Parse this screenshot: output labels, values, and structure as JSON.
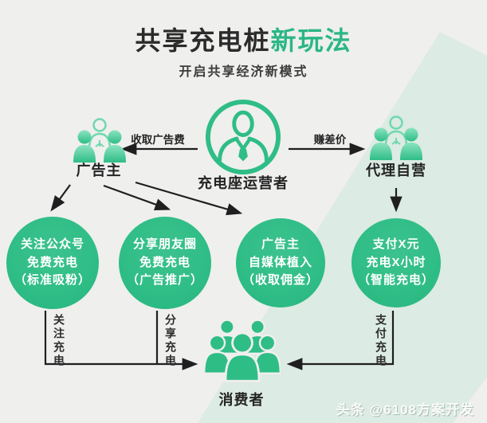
{
  "title": {
    "black": "共享充电桩",
    "green": "新玩法"
  },
  "subtitle": "开启共享经济新模式",
  "colors": {
    "primary_green": "#2fbd86",
    "light_green": "#8ce3c0",
    "title_green": "#2bb785",
    "band_green": "#dcebe3",
    "background": "#efefee",
    "text_dark": "#2b2b2b",
    "arrow": "#1f1f1f",
    "bubble_text": "#ffffff"
  },
  "center_node": {
    "label": "充电座运营者",
    "icon": "operator-person-icon"
  },
  "left_branch": {
    "arrow_label": "收取广告费",
    "node_label": "广告主",
    "icon": "advertiser-group-icon"
  },
  "right_branch": {
    "arrow_label": "赚差价",
    "node_label": "代理自营",
    "icon": "agent-group-icon"
  },
  "circles": [
    {
      "lines": [
        "关注公众号",
        "免费充电",
        "（标准吸粉）"
      ]
    },
    {
      "lines": [
        "分享朋友圈",
        "免费充电",
        "（广告推广）"
      ]
    },
    {
      "lines": [
        "广告主",
        "自媒体植入",
        "（收取佣金）"
      ]
    },
    {
      "lines": [
        "支付X元",
        "充电X小时",
        "（智能充电）"
      ]
    }
  ],
  "flow_labels": [
    {
      "text": "关注充电"
    },
    {
      "text": "分享充电"
    },
    {
      "text": "支付充电"
    }
  ],
  "consumer_node": {
    "label": "消费者",
    "icon": "consumer-group-icon"
  },
  "watermark": "头条 @6108方案开发"
}
